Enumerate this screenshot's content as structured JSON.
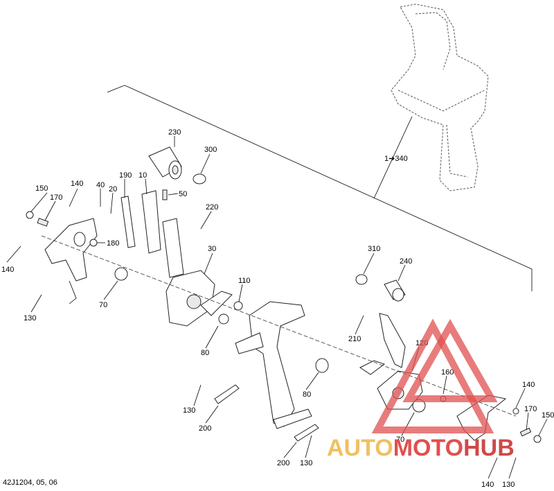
{
  "drawing_code": "42J1204, 05, 06",
  "assembly_ref": "1➔340",
  "callouts": [
    "230",
    "300",
    "190",
    "10",
    "50",
    "220",
    "150",
    "140",
    "40",
    "20",
    "170",
    "180",
    "30",
    "110",
    "140",
    "130",
    "70",
    "80",
    "310",
    "240",
    "210",
    "120",
    "80",
    "160",
    "140",
    "170",
    "150",
    "130",
    "200",
    "200",
    "130",
    "70",
    "140",
    "130"
  ],
  "watermark": {
    "word_part1": "AUTO",
    "word_part2": "MOTO",
    "word_part3": "HUB",
    "color_part1": "#f0c060",
    "color_part2": "#e05050",
    "color_part3": "#d04848"
  }
}
